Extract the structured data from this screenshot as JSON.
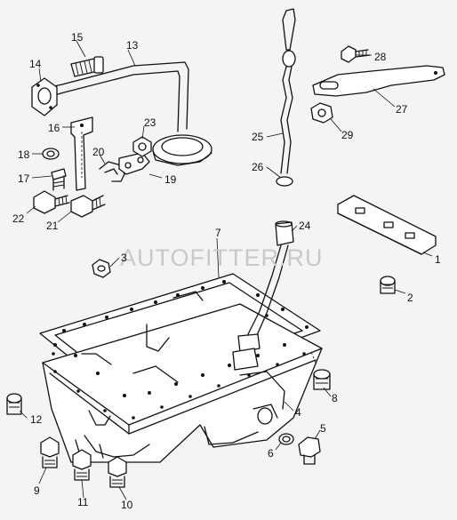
{
  "watermark": "AUTOFITTER.RU",
  "callouts": [
    "1",
    "2",
    "3",
    "4",
    "5",
    "6",
    "7",
    "8",
    "9",
    "10",
    "11",
    "12",
    "13",
    "14",
    "15",
    "16",
    "17",
    "18",
    "19",
    "20",
    "21",
    "22",
    "23",
    "24",
    "25",
    "26",
    "27",
    "28",
    "29"
  ]
}
